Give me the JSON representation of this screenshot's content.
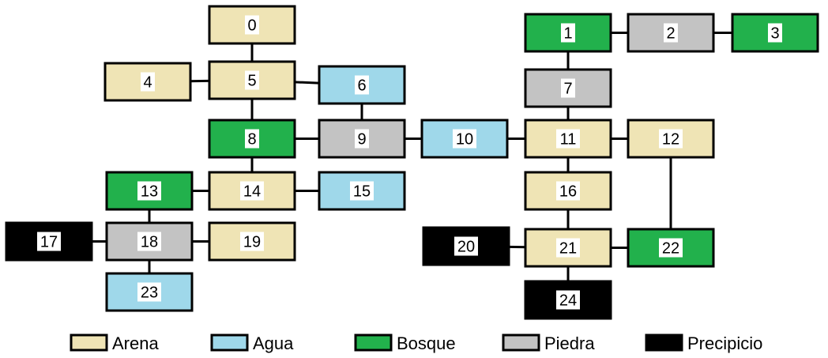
{
  "colors": {
    "arena": "#efe4b5",
    "agua": "#9fd8ea",
    "bosque": "#22b14c",
    "piedra": "#c3c3c3",
    "precipicio": "#000000"
  },
  "nodes": [
    {
      "id": "0",
      "label": "0",
      "type": "arena"
    },
    {
      "id": "1",
      "label": "1",
      "type": "bosque"
    },
    {
      "id": "2",
      "label": "2",
      "type": "piedra"
    },
    {
      "id": "3",
      "label": "3",
      "type": "bosque"
    },
    {
      "id": "4",
      "label": "4",
      "type": "arena"
    },
    {
      "id": "5",
      "label": "5",
      "type": "arena"
    },
    {
      "id": "6",
      "label": "6",
      "type": "agua"
    },
    {
      "id": "7",
      "label": "7",
      "type": "piedra"
    },
    {
      "id": "8",
      "label": "8",
      "type": "bosque"
    },
    {
      "id": "9",
      "label": "9",
      "type": "piedra"
    },
    {
      "id": "10",
      "label": "10",
      "type": "agua"
    },
    {
      "id": "11",
      "label": "11",
      "type": "arena"
    },
    {
      "id": "12",
      "label": "12",
      "type": "arena"
    },
    {
      "id": "13",
      "label": "13",
      "type": "bosque"
    },
    {
      "id": "14",
      "label": "14",
      "type": "arena"
    },
    {
      "id": "15",
      "label": "15",
      "type": "agua"
    },
    {
      "id": "16",
      "label": "16",
      "type": "arena"
    },
    {
      "id": "17",
      "label": "17",
      "type": "precipicio"
    },
    {
      "id": "18",
      "label": "18",
      "type": "piedra"
    },
    {
      "id": "19",
      "label": "19",
      "type": "arena"
    },
    {
      "id": "20",
      "label": "20",
      "type": "precipicio"
    },
    {
      "id": "21",
      "label": "21",
      "type": "arena"
    },
    {
      "id": "22",
      "label": "22",
      "type": "bosque"
    },
    {
      "id": "23",
      "label": "23",
      "type": "agua"
    },
    {
      "id": "24",
      "label": "24",
      "type": "precipicio"
    }
  ],
  "edges": [
    [
      "0",
      "5"
    ],
    [
      "4",
      "5"
    ],
    [
      "5",
      "6"
    ],
    [
      "5",
      "8"
    ],
    [
      "6",
      "9"
    ],
    [
      "8",
      "9"
    ],
    [
      "9",
      "10"
    ],
    [
      "10",
      "11"
    ],
    [
      "1",
      "2"
    ],
    [
      "2",
      "3"
    ],
    [
      "1",
      "7"
    ],
    [
      "7",
      "11"
    ],
    [
      "11",
      "12"
    ],
    [
      "11",
      "16"
    ],
    [
      "12",
      "22"
    ],
    [
      "8",
      "14"
    ],
    [
      "13",
      "14"
    ],
    [
      "14",
      "15"
    ],
    [
      "13",
      "18"
    ],
    [
      "17",
      "18"
    ],
    [
      "18",
      "19"
    ],
    [
      "18",
      "23"
    ],
    [
      "16",
      "21"
    ],
    [
      "20",
      "21"
    ],
    [
      "21",
      "22"
    ],
    [
      "21",
      "24"
    ]
  ],
  "legend": [
    {
      "label": "Arena",
      "type": "arena"
    },
    {
      "label": "Agua",
      "type": "agua"
    },
    {
      "label": "Bosque",
      "type": "bosque"
    },
    {
      "label": "Piedra",
      "type": "piedra"
    },
    {
      "label": "Precipicio",
      "type": "precipicio"
    }
  ]
}
